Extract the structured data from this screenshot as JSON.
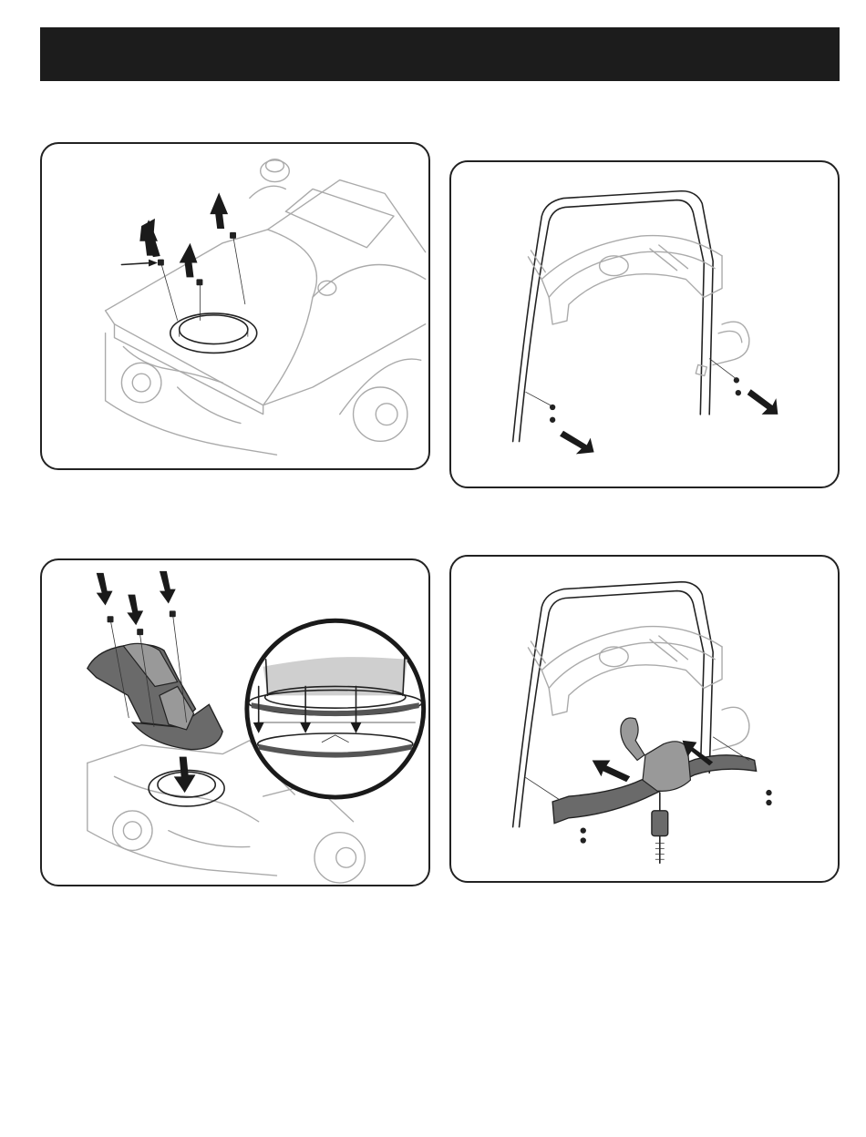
{
  "header": {
    "color": "#1c1c1c"
  },
  "figures": [
    {
      "id": "remove-ring-screws",
      "icons": [
        "up-arrow-icon",
        "up-arrow-icon",
        "up-arrow-icon",
        "pointer-arrow-icon"
      ]
    },
    {
      "id": "remove-handle-screws",
      "icons": [
        "down-right-arrow-icon",
        "down-right-arrow-icon"
      ]
    },
    {
      "id": "install-chute",
      "icons": [
        "down-arrow-icon",
        "down-arrow-icon",
        "down-arrow-icon",
        "down-arrow-icon",
        "magnifier-detail-icon"
      ]
    },
    {
      "id": "install-control-bracket",
      "icons": [
        "up-left-arrow-icon",
        "up-left-arrow-icon"
      ]
    }
  ]
}
